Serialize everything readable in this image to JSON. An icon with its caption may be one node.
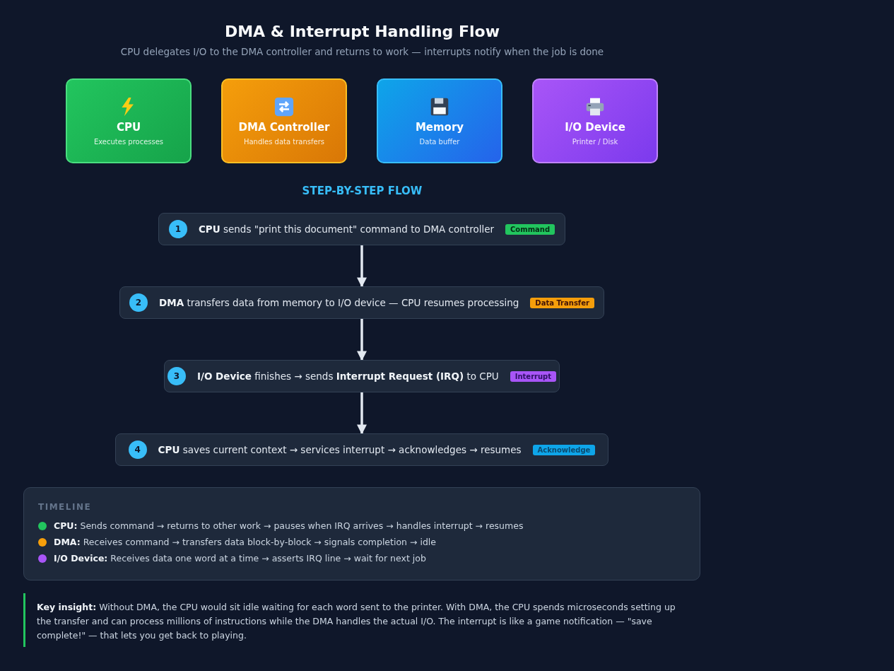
{
  "diagram": {
    "title": "DMA & Interrupt Handling Flow",
    "nodes": [
      {
        "text": [
          "CPU",
          "Executes processes"
        ]
      },
      {
        "text": [
          "DMA Controller",
          "Handles data transfers"
        ]
      },
      {
        "text": [
          "Memory",
          "Data buffer"
        ]
      },
      {
        "text": [
          "I/O Device",
          "Printer / Disk"
        ]
      },
      {
        "text": [
          "1",
          "**CPU** sends \"print this document\" command to DMA controller",
          "Command"
        ]
      },
      {
        "text": [
          "2",
          "**DMA** transfers data from memory to I/O device — CPU resumes processing",
          "Data Transfer"
        ]
      },
      {
        "text": [
          "3",
          "**I/O Device** finishes → sends **Interrupt Request (IRQ)** to CPU",
          "Interrupt"
        ]
      },
      {
        "text": [
          "4",
          "**CPU** saves current context → services interrupt → acknowledges → resumes",
          "Acknowledge"
        ]
      },
      {
        "text": [
          "TIMELINE",
          "**CPU:** Sends command → returns to other work → pauses when IRQ arrives → handles interrupt → resumes",
          "**DMA:** Receives command → transfers data block-by-block → signals completion → idle",
          "**I/O Device:** Receives data one word at a time → asserts IRQ line → wait for next job"
        ]
      },
      {
        "text": [
          "**Key insight:** Without DMA, the CPU would sit idle waiting for each word sent to the printer. With DMA, the CPU spends microseconds setting up the transfer and can process millions of instructions while the DMA handles the actual I/O. The interrupt is like a game notification — \"save complete!\" — that lets you get back to playing."
        ]
      }
    ],
    "edges": [
      {
        "from": 4,
        "to": 5,
        "arrow": "to"
      },
      {
        "from": 5,
        "to": 6,
        "arrow": "to"
      },
      {
        "from": 6,
        "to": 7,
        "arrow": "to"
      }
    ],
    "labels": [
      "CPU delegates I/O to the DMA controller and returns to work — interrupts notify when the job is done",
      "STEP-BY-STEP FLOW"
    ]
  }
}
